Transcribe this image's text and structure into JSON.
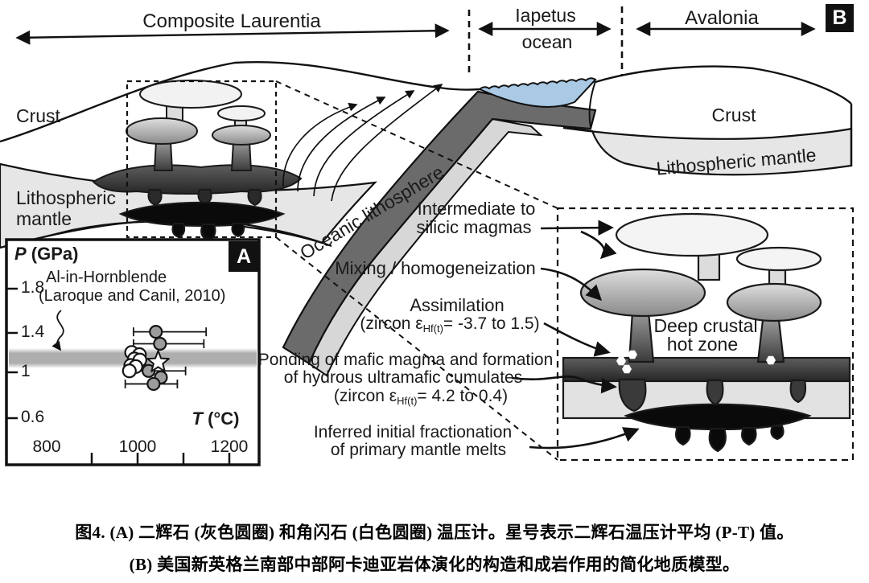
{
  "top_band": {
    "laurentia": "Composite Laurentia",
    "iapetus": [
      "Iapetus",
      "ocean"
    ],
    "avalonia": "Avalonia",
    "panel_label": "B"
  },
  "cross_section": {
    "crust_left": "Crust",
    "lith_mantle_left": [
      "Lithospheric",
      "mantle"
    ],
    "oceanic_lithosphere": "Oceanic lithosphere",
    "crust_right": "Crust",
    "lith_mantle_right": "Lithospheric mantle"
  },
  "hot_zone": [
    "Deep crustal",
    "hot zone"
  ],
  "annotations": {
    "intermediate": [
      "Intermediate to",
      "silicic magmas"
    ],
    "mixing": "Mixing / homogeneization",
    "assimilation_title": "Assimilation",
    "assimilation_pre": "(zircon ε",
    "assimilation_sub": "Hf(t)",
    "assimilation_post": "= -3.7 to 1.5)",
    "ponding_l1": "Ponding of mafic magma and formation",
    "ponding_l2": "of hydrous ultramafic cumulates",
    "ponding_pre": "(zircon ε",
    "ponding_sub": "Hf(t)",
    "ponding_post": "= 4.2 to 0.4)",
    "inferred": [
      "Inferred initial fractionation",
      "of primary mantle melts"
    ]
  },
  "panel_a": {
    "label": "A",
    "ylabel_main": "P",
    "ylabel_unit": " (GPa)",
    "xlabel_main": "T",
    "xlabel_unit": " (°C)",
    "y_tick_labels": [
      "1.8",
      "1.4",
      "1",
      "0.6"
    ],
    "x_tick_labels": [
      "800",
      "1000",
      "1200"
    ],
    "annotation": [
      "Al-in-Hornblende",
      "(Laroque and Canil, 2010)"
    ]
  },
  "chart_data": {
    "type": "scatter",
    "xlabel": "T (°C)",
    "ylabel": "P (GPa)",
    "xlim": [
      760,
      1240
    ],
    "ylim": [
      0.45,
      2.0
    ],
    "x_ticks": [
      800,
      900,
      1000,
      1100,
      1200
    ],
    "y_ticks": [
      1.8,
      1.4,
      1.0,
      0.6
    ],
    "band_annotation": "Al-in-Hornblende (Laroque and Canil, 2010)",
    "band_P_range": [
      1.1,
      1.24
    ],
    "series": [
      {
        "name": "two-pyroxene thermobarometry (gray circles)",
        "marker": "circle-gray",
        "points": [
          {
            "T": 1040,
            "P": 1.41,
            "T_range": [
              991,
              1150
            ]
          },
          {
            "T": 1049,
            "P": 1.3,
            "T_range": [
              991,
              1145
            ]
          },
          {
            "T": 1024,
            "P": 1.05,
            "T_range": [
              982,
              1105
            ]
          },
          {
            "T": 1051,
            "P": 0.99
          },
          {
            "T": 1035,
            "P": 0.93,
            "T_range": [
              973,
              1087
            ]
          }
        ]
      },
      {
        "name": "hornblende thermobarometry (white circles)",
        "marker": "circle-white",
        "points": [
          {
            "T": 987,
            "P": 1.22
          },
          {
            "T": 1004,
            "P": 1.2
          },
          {
            "T": 993,
            "P": 1.16
          },
          {
            "T": 1005,
            "P": 1.15
          },
          {
            "T": 985,
            "P": 1.1
          },
          {
            "T": 996,
            "P": 1.09
          },
          {
            "T": 982,
            "P": 1.05
          }
        ]
      },
      {
        "name": "mean P-T of two-pyroxene (star)",
        "marker": "star",
        "points": [
          {
            "T": 1045,
            "P": 1.13
          }
        ]
      }
    ]
  },
  "caption": {
    "line1": "图4. (A) 二辉石 (灰色圆圈) 和角闪石 (白色圆圈) 温压计。星号表示二辉石温压计平均 (P-T) 值。",
    "line2": "(B) 美国新英格兰南部中部阿卡迪亚岩体演化的构造和成岩作用的简化地质模型。"
  },
  "colors": {
    "water": "#a9c9e4",
    "mantle_gray": "#e6e6e6",
    "slab_dark": "#6b6b6b",
    "slab_light": "#d7d7d7",
    "sill_dark": "#4a4a4a",
    "melt_black": "#0a0a0a",
    "chart_band_gray": "#a0a0a0",
    "panel_label_bg": "#111111"
  }
}
